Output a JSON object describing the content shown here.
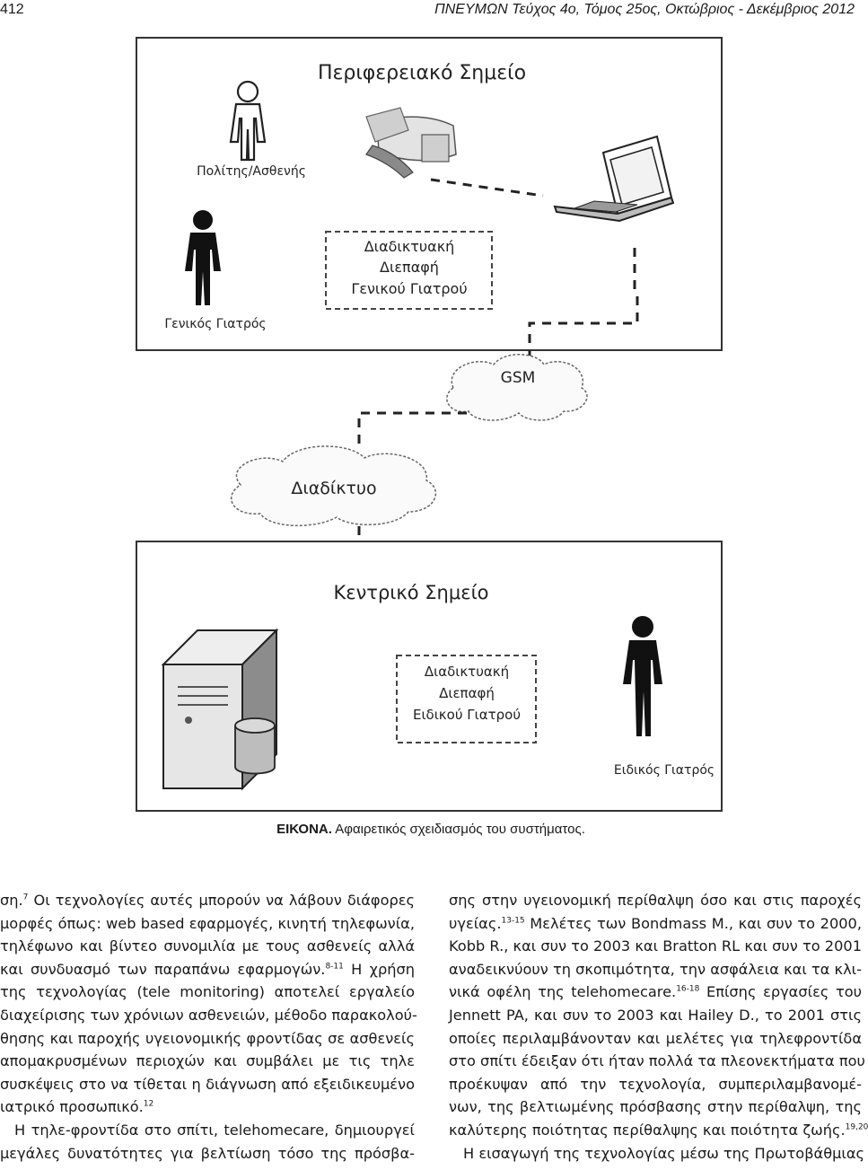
{
  "header": {
    "page_number": "412",
    "journal": "ΠΝΕΥΜΩΝ Τεύχος 4ο, Τόμος 25ος, Οκτώβριος - Δεκέμβριος 2012"
  },
  "figure": {
    "peripheral_title": "Περιφερειακό Σημείο",
    "patient_label": "Πολίτης/Ασθενής",
    "gp_label": "Γενικός Γιατρός",
    "gp_interface": [
      "Διαδικτυακή",
      "Διεπαφή",
      "Γενικού Γιατρού"
    ],
    "gsm_label": "GSM",
    "internet_label": "Διαδίκτυο",
    "central_title": "Κεντρικό Σημείο",
    "specialist_interface": [
      "Διαδικτυακή",
      "Διεπαφή",
      "Ειδικού Γιατρού"
    ],
    "specialist_label": "Ειδικός Γιατρός"
  },
  "caption": {
    "label": "ΕΙΚΟΝΑ.",
    "text": " Αφαιρετικός σχειδιασμός του συστήματος."
  },
  "left_column": {
    "l1_a": "ση.",
    "l1_sup": "7",
    "l1_b": " Οι τεχνολογίες αυτές μπορούν να λάβουν διάφορες",
    "l2": "μορφές όπως: web based εφαρμογές, κινητή τηλεφωνία,",
    "l3": "τηλέφωνο και βίντεο συνομιλία με τους ασθενείς αλλά",
    "l4_a": "και συνδυασμό των παραπάνω εφαρμογών.",
    "l4_sup": "8-11",
    "l4_b": " Η χρήση",
    "l5": "της τεχνολογίας (tele monitoring) αποτελεί εργαλείο",
    "l6": "διαχείρισης των χρόνιων ασθενειών, μέθοδο παρακολού-",
    "l7": "θησης και παροχής υγειονομικής φροντίδας σε ασθενείς",
    "l8": "απομακρυσμένων περιοχών και συμβάλει με τις τηλε",
    "l9": "συσκέψεις στο να τίθεται η διάγνωση από εξειδικευμένο",
    "l10_a": "ιατρικό προσωπικό.",
    "l10_sup": "12",
    "l11": "Η τηλε-φροντίδα στο σπίτι, telehomecare, δημιουργεί",
    "l12": "μεγάλες δυνατότητες για βελτίωση τόσο της πρόσβα-"
  },
  "right_column": {
    "r1": "σης στην υγειονομική περίθαλψη όσο και στις παροχές",
    "r2_a": "υγείας.",
    "r2_sup": "13-15",
    "r2_b": " Μελέτες των Bondmass M., και συν το 2000,",
    "r3": "Kobb R., και συν το 2003 και Bratton RL και συν το 2001",
    "r4": "αναδεικνύουν τη σκοπιμότητα, την ασφάλεια και τα κλι-",
    "r5_a": "νικά οφέλη της telehomecare.",
    "r5_sup": "16-18",
    "r5_b": " Επίσης εργασίες του",
    "r6": "Jennett PA, και συν το 2003 και Hailey D., το 2001 στις",
    "r7": "οποίες περιλαμβάνονταν και μελέτες για τηλεφροντίδα",
    "r8": "στο σπίτι έδειξαν ότι ήταν πολλά τα πλεονεκτήματα που",
    "r9": "προέκυψαν από την τεχνολογία, συμπεριλαμβανομέ-",
    "r10": "νων, της βελτιωμένης πρόσβασης στην περίθαλψη, της",
    "r11_a": "καλύτερης ποιότητας περίθαλψης και ποιότητα ζωής.",
    "r11_sup": "19,20",
    "r12": "Η εισαγωγή της τεχνολογίας μέσω της Πρωτοβάθμιας"
  }
}
